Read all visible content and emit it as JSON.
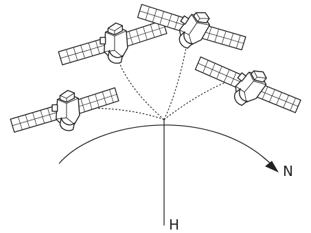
{
  "diagram": {
    "labels": {
      "direction": "N",
      "vertical": "H"
    },
    "satellite_count": 4,
    "colors": {
      "stroke": "#222222",
      "background": "#ffffff"
    }
  }
}
